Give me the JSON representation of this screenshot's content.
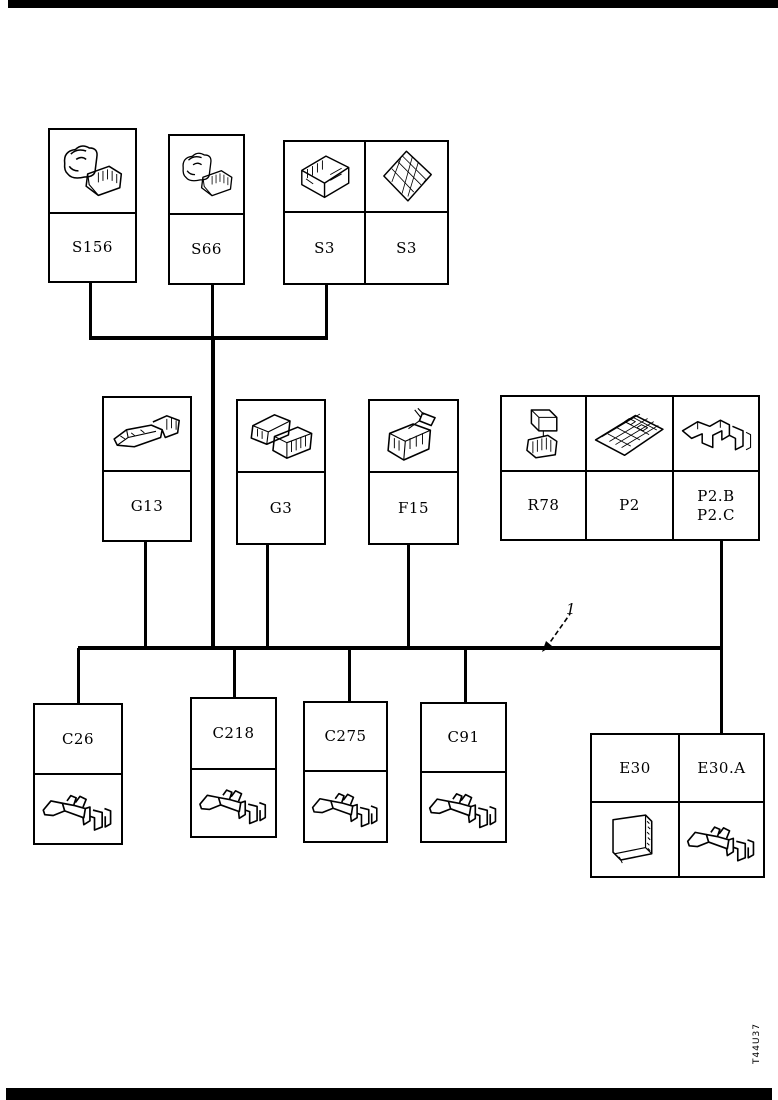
{
  "figure": {
    "callout_label": "1",
    "doc_code": "T44U37"
  },
  "top_row": [
    {
      "label": "S156"
    },
    {
      "label": "S66"
    },
    {
      "label": "S3"
    },
    {
      "label": "S3"
    }
  ],
  "mid_row": [
    {
      "label": "G13"
    },
    {
      "label": "G3"
    },
    {
      "label": "F15"
    },
    {
      "label": "R78"
    },
    {
      "label": "P2"
    },
    {
      "label": "P2.B",
      "label2": "P2.C"
    }
  ],
  "bottom_row": [
    {
      "label": "C26"
    },
    {
      "label": "C218"
    },
    {
      "label": "C275"
    },
    {
      "label": "C91"
    }
  ],
  "e30_row": [
    {
      "label": "E30"
    },
    {
      "label": "E30.A"
    }
  ],
  "icons": {
    "s156": "relay-and-connector",
    "s66": "relay-and-connector",
    "s3_left": "switch-block-connector",
    "s3_right": "mesh-diamond-connector",
    "g13": "inline-harness-connector",
    "g3": "dual-block-connector",
    "f15": "connector-with-lead",
    "r78": "relay-cube",
    "p2": "fuse-panel",
    "p2bc": "mounting-bracket",
    "c_terminals": "crimp-terminal",
    "e30": "control-module",
    "e30a": "crimp-terminal"
  },
  "colors": {
    "line": "#000000",
    "background": "#ffffff"
  }
}
